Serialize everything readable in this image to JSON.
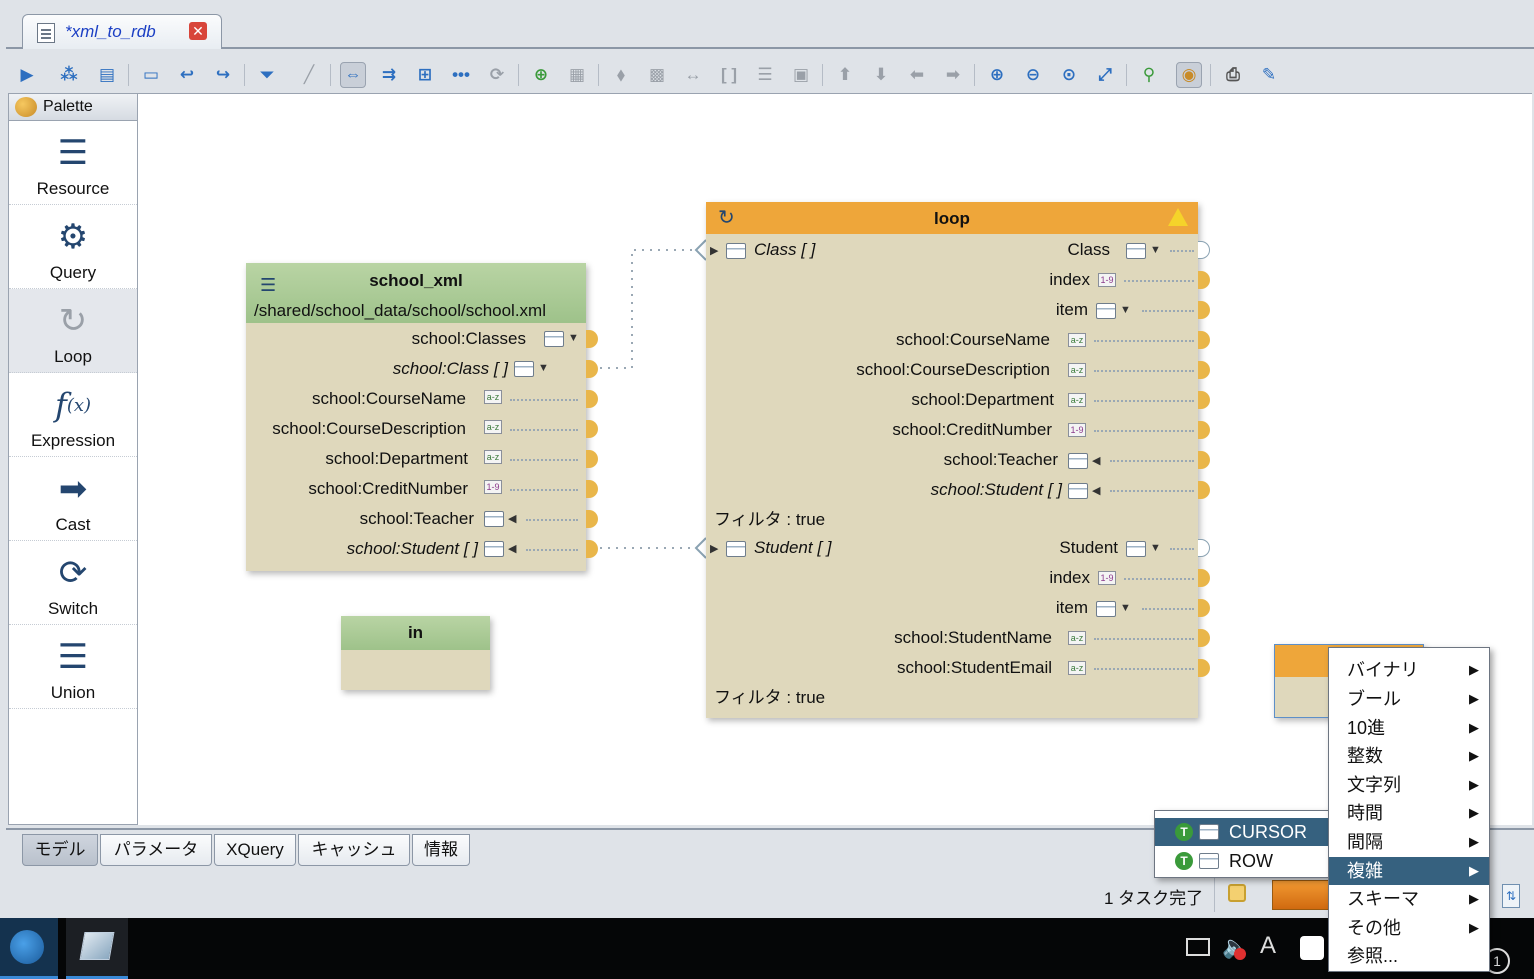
{
  "editor_tab": {
    "title": "*xml_to_rdb"
  },
  "palette": {
    "title": "Palette",
    "items": [
      {
        "label": "Resource"
      },
      {
        "label": "Query"
      },
      {
        "label": "Loop"
      },
      {
        "label": "Expression"
      },
      {
        "label": "Cast"
      },
      {
        "label": "Switch"
      },
      {
        "label": "Union"
      }
    ]
  },
  "school_xml": {
    "title": "school_xml",
    "path": "/shared/school_data/school/school.xml",
    "fields": [
      "school:Classes",
      "school:Class [ ]",
      "school:CourseName",
      "school:CourseDescription",
      "school:Department",
      "school:CreditNumber",
      "school:Teacher",
      "school:Student [ ]"
    ]
  },
  "in_node": {
    "title": "in"
  },
  "loop": {
    "title": "loop",
    "class_input": "Class [ ]",
    "class_outputs": [
      "Class",
      "index",
      "item",
      "school:CourseName",
      "school:CourseDescription",
      "school:Department",
      "school:CreditNumber",
      "school:Teacher",
      "school:Student [ ]"
    ],
    "filter1": "フィルタ : true",
    "student_input": "Student [ ]",
    "student_outputs": [
      "Student",
      "index",
      "item",
      "school:StudentName",
      "school:StudentEmail"
    ],
    "filter2": "フィルタ : true"
  },
  "bottom_tabs": [
    "モデル",
    "パラメータ",
    "XQuery",
    "キャッシュ",
    "情報"
  ],
  "status": {
    "text": "1 タスク完了"
  },
  "submenu": {
    "items": [
      "CURSOR",
      "ROW"
    ]
  },
  "context_menu": {
    "items": [
      "バイナリ",
      "ブール",
      "10進",
      "整数",
      "文字列",
      "時間",
      "間隔",
      "複雑",
      "スキーマ",
      "その他",
      "参照..."
    ]
  },
  "taskbar": {
    "badge": "1"
  }
}
